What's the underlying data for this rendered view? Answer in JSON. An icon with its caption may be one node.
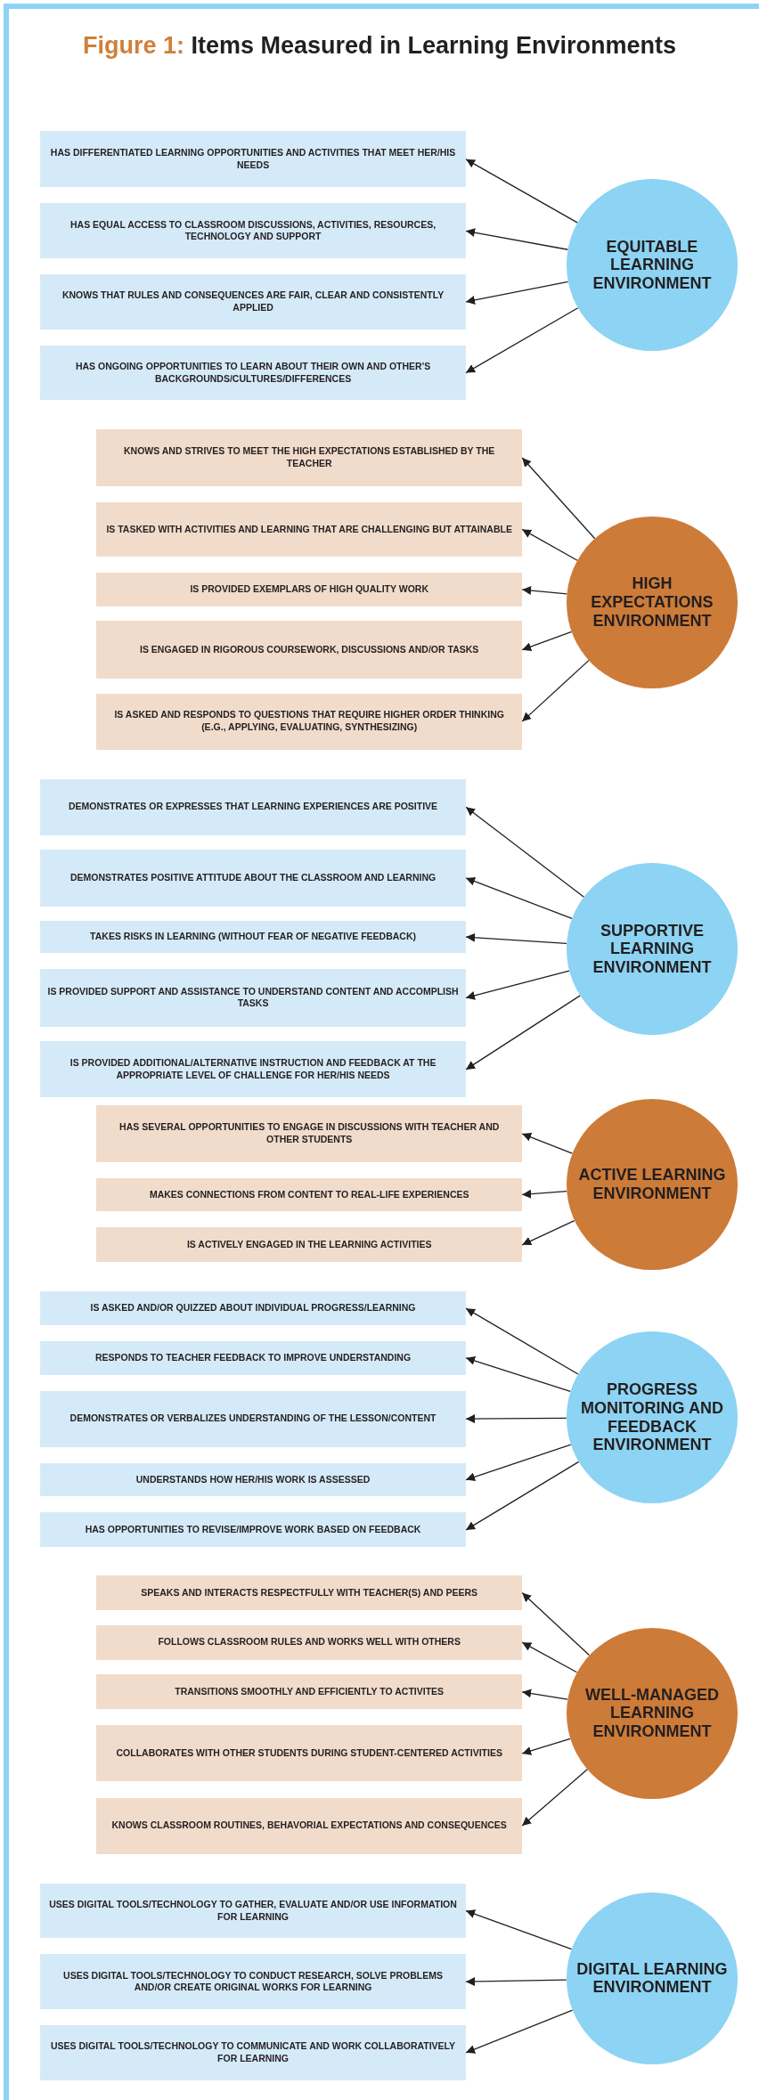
{
  "diagram": {
    "title": "**Figure 1:** Items Measured in Learning Environments",
    "nodes": [
      {
        "text": [
          "HAS DIFFERENTIATED LEARNING OPPORTUNITIES AND ACTIVITIES THAT MEET HER/HIS NEEDS"
        ]
      },
      {
        "text": [
          "HAS EQUAL ACCESS TO CLASSROOM DISCUSSIONS, ACTIVITIES, RESOURCES, TECHNOLOGY AND SUPPORT"
        ]
      },
      {
        "text": [
          "KNOWS THAT RULES AND CONSEQUENCES ARE FAIR, CLEAR AND CONSISTENTLY APPLIED"
        ]
      },
      {
        "text": [
          "HAS ONGOING OPPORTUNITIES TO LEARN ABOUT THEIR OWN AND OTHER'S BACKGROUNDS/CULTURES/DIFFERENCES"
        ]
      },
      {
        "text": [
          "EQUITABLE LEARNING ENVIRONMENT"
        ]
      },
      {
        "text": [
          "KNOWS AND STRIVES TO MEET THE HIGH EXPECTATIONS ESTABLISHED BY THE TEACHER"
        ]
      },
      {
        "text": [
          "IS TASKED WITH ACTIVITIES AND LEARNING THAT ARE CHALLENGING BUT ATTAINABLE"
        ]
      },
      {
        "text": [
          "IS PROVIDED EXEMPLARS OF HIGH QUALITY WORK"
        ]
      },
      {
        "text": [
          "IS ENGAGED IN RIGOROUS COURSEWORK, DISCUSSIONS AND/OR TASKS"
        ]
      },
      {
        "text": [
          "IS ASKED AND RESPONDS TO QUESTIONS THAT REQUIRE HIGHER ORDER THINKING (E.G., APPLYING, EVALUATING, SYNTHESIZING)"
        ]
      },
      {
        "text": [
          "HIGH EXPECTATIONS ENVIRONMENT"
        ]
      },
      {
        "text": [
          "DEMONSTRATES OR EXPRESSES THAT LEARNING EXPERIENCES ARE POSITIVE"
        ]
      },
      {
        "text": [
          "DEMONSTRATES POSITIVE ATTITUDE ABOUT THE CLASSROOM AND LEARNING"
        ]
      },
      {
        "text": [
          "TAKES RISKS IN LEARNING (WITHOUT FEAR OF NEGATIVE FEEDBACK)"
        ]
      },
      {
        "text": [
          "IS PROVIDED SUPPORT AND ASSISTANCE TO UNDERSTAND CONTENT AND ACCOMPLISH TASKS"
        ]
      },
      {
        "text": [
          "IS PROVIDED ADDITIONAL/ALTERNATIVE INSTRUCTION AND FEEDBACK AT THE APPROPRIATE LEVEL OF CHALLENGE FOR HER/HIS NEEDS"
        ]
      },
      {
        "text": [
          "SUPPORTIVE LEARNING ENVIRONMENT"
        ]
      },
      {
        "text": [
          "HAS SEVERAL OPPORTUNITIES TO ENGAGE IN DISCUSSIONS WITH TEACHER AND OTHER STUDENTS"
        ]
      },
      {
        "text": [
          "MAKES CONNECTIONS FROM CONTENT TO REAL-LIFE EXPERIENCES"
        ]
      },
      {
        "text": [
          "IS ACTIVELY ENGAGED IN THE LEARNING ACTIVITIES"
        ]
      },
      {
        "text": [
          "ACTIVE LEARNING ENVIRONMENT"
        ]
      },
      {
        "text": [
          "IS ASKED AND/OR QUIZZED ABOUT INDIVIDUAL PROGRESS/LEARNING"
        ]
      },
      {
        "text": [
          "RESPONDS TO TEACHER FEEDBACK TO IMPROVE UNDERSTANDING"
        ]
      },
      {
        "text": [
          "DEMONSTRATES OR VERBALIZES UNDERSTANDING OF THE LESSON/CONTENT"
        ]
      },
      {
        "text": [
          "UNDERSTANDS HOW HER/HIS WORK IS ASSESSED"
        ]
      },
      {
        "text": [
          "HAS OPPORTUNITIES TO REVISE/IMPROVE WORK BASED ON FEEDBACK"
        ]
      },
      {
        "text": [
          "PROGRESS MONITORING AND FEEDBACK ENVIRONMENT"
        ]
      },
      {
        "text": [
          "SPEAKS AND INTERACTS RESPECTFULLY WITH TEACHER(S) AND PEERS"
        ]
      },
      {
        "text": [
          "FOLLOWS CLASSROOM RULES AND WORKS WELL WITH OTHERS"
        ]
      },
      {
        "text": [
          "TRANSITIONS SMOOTHLY AND EFFICIENTLY TO ACTIVITES"
        ]
      },
      {
        "text": [
          "COLLABORATES WITH OTHER STUDENTS DURING STUDENT-CENTERED ACTIVITIES"
        ]
      },
      {
        "text": [
          "KNOWS CLASSROOM ROUTINES, BEHAVORIAL EXPECTATIONS AND CONSEQUENCES"
        ]
      },
      {
        "text": [
          "WELL-MANAGED LEARNING ENVIRONMENT"
        ]
      },
      {
        "text": [
          "USES DIGITAL TOOLS/TECHNOLOGY TO GATHER, EVALUATE AND/OR USE INFORMATION FOR LEARNING"
        ]
      },
      {
        "text": [
          "USES DIGITAL TOOLS/TECHNOLOGY TO CONDUCT RESEARCH, SOLVE PROBLEMS AND/OR CREATE ORIGINAL WORKS FOR LEARNING"
        ]
      },
      {
        "text": [
          "USES DIGITAL TOOLS/TECHNOLOGY TO COMMUNICATE AND WORK COLLABORATIVELY FOR LEARNING"
        ]
      },
      {
        "text": [
          "DIGITAL LEARNING ENVIRONMENT"
        ]
      }
    ],
    "edges": [
      {
        "from": 4,
        "to": 0,
        "arrow": "to"
      },
      {
        "from": 4,
        "to": 1,
        "arrow": "to"
      },
      {
        "from": 4,
        "to": 2,
        "arrow": "to"
      },
      {
        "from": 4,
        "to": 3,
        "arrow": "to"
      },
      {
        "from": 10,
        "to": 5,
        "arrow": "to"
      },
      {
        "from": 10,
        "to": 6,
        "arrow": "to"
      },
      {
        "from": 10,
        "to": 7,
        "arrow": "to"
      },
      {
        "from": 10,
        "to": 8,
        "arrow": "to"
      },
      {
        "from": 10,
        "to": 9,
        "arrow": "to"
      },
      {
        "from": 16,
        "to": 11,
        "arrow": "to"
      },
      {
        "from": 16,
        "to": 12,
        "arrow": "to"
      },
      {
        "from": 16,
        "to": 13,
        "arrow": "to"
      },
      {
        "from": 16,
        "to": 14,
        "arrow": "to"
      },
      {
        "from": 16,
        "to": 15,
        "arrow": "to"
      },
      {
        "from": 20,
        "to": 17,
        "arrow": "to"
      },
      {
        "from": 20,
        "to": 18,
        "arrow": "to"
      },
      {
        "from": 20,
        "to": 19,
        "arrow": "to"
      },
      {
        "from": 26,
        "to": 21,
        "arrow": "to"
      },
      {
        "from": 26,
        "to": 22,
        "arrow": "to"
      },
      {
        "from": 26,
        "to": 23,
        "arrow": "to"
      },
      {
        "from": 26,
        "to": 24,
        "arrow": "to"
      },
      {
        "from": 26,
        "to": 25,
        "arrow": "to"
      },
      {
        "from": 32,
        "to": 27,
        "arrow": "to"
      },
      {
        "from": 32,
        "to": 28,
        "arrow": "to"
      },
      {
        "from": 32,
        "to": 29,
        "arrow": "to"
      },
      {
        "from": 32,
        "to": 30,
        "arrow": "to"
      },
      {
        "from": 32,
        "to": 31,
        "arrow": "to"
      },
      {
        "from": 36,
        "to": 33,
        "arrow": "to"
      },
      {
        "from": 36,
        "to": 34,
        "arrow": "to"
      },
      {
        "from": 36,
        "to": 35,
        "arrow": "to"
      }
    ]
  }
}
